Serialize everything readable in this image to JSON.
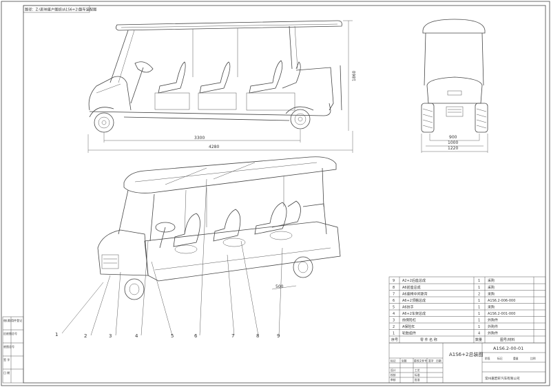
{
  "title_path": "路径：Z:\\影响客户图纸\\A1S6+2\\整车装配图",
  "dimensions": {
    "side_height": "1860",
    "wheelbase": "3300",
    "overall_length": "4280",
    "front_track": "900",
    "front_mid": "1000",
    "front_width": "1220",
    "iso_detail": "500"
  },
  "balloons": [
    "1",
    "2",
    "3",
    "4",
    "5",
    "6",
    "7",
    "8",
    "9"
  ],
  "bom_rows": [
    {
      "no": "9",
      "name": "A2+2后座总成",
      "qty": "1",
      "note": "采购"
    },
    {
      "no": "8",
      "name": "A6前座总成",
      "qty": "1",
      "note": "采购"
    },
    {
      "no": "7",
      "name": "A6座椅中间靠背",
      "qty": "2",
      "note": "采购"
    },
    {
      "no": "6",
      "name": "A6+2顶棚总成",
      "qty": "1",
      "note": "A1S6.2-006-000"
    },
    {
      "no": "5",
      "name": "A6扶手",
      "qty": "1",
      "note": "采购"
    },
    {
      "no": "4",
      "name": "A6+2车架总成",
      "qty": "1",
      "note": "A1S6.2-001-000"
    },
    {
      "no": "3",
      "name": "前保险杠",
      "qty": "1",
      "note": "外购件"
    },
    {
      "no": "2",
      "name": "A保险杠",
      "qty": "1",
      "note": "外购件"
    },
    {
      "no": "1",
      "name": "轮胎组件",
      "qty": "4",
      "note": "外购件"
    }
  ],
  "bom_header": {
    "no": "序号",
    "name": "零 件 名 称",
    "qty": "数量",
    "note": "图号/材料"
  },
  "title_block": {
    "drawing_no": "A1S6.2-00-01",
    "part_name": "A1S6+2总装图",
    "company": "常州嘉宏轩汽车有限公司",
    "labels_left": [
      "标记",
      "处数",
      "更改文件号",
      "签字",
      "日期"
    ],
    "labels_bottom": [
      "设计",
      "校核",
      "审核",
      "工艺",
      "标准",
      "批准"
    ],
    "stage_labels": [
      "阶段",
      "标记",
      "重量",
      "比例"
    ]
  },
  "left_margin_labels": [
    "借(通)用件登记",
    "旧底图总号",
    "底图总号",
    "签 字",
    "日 期"
  ]
}
